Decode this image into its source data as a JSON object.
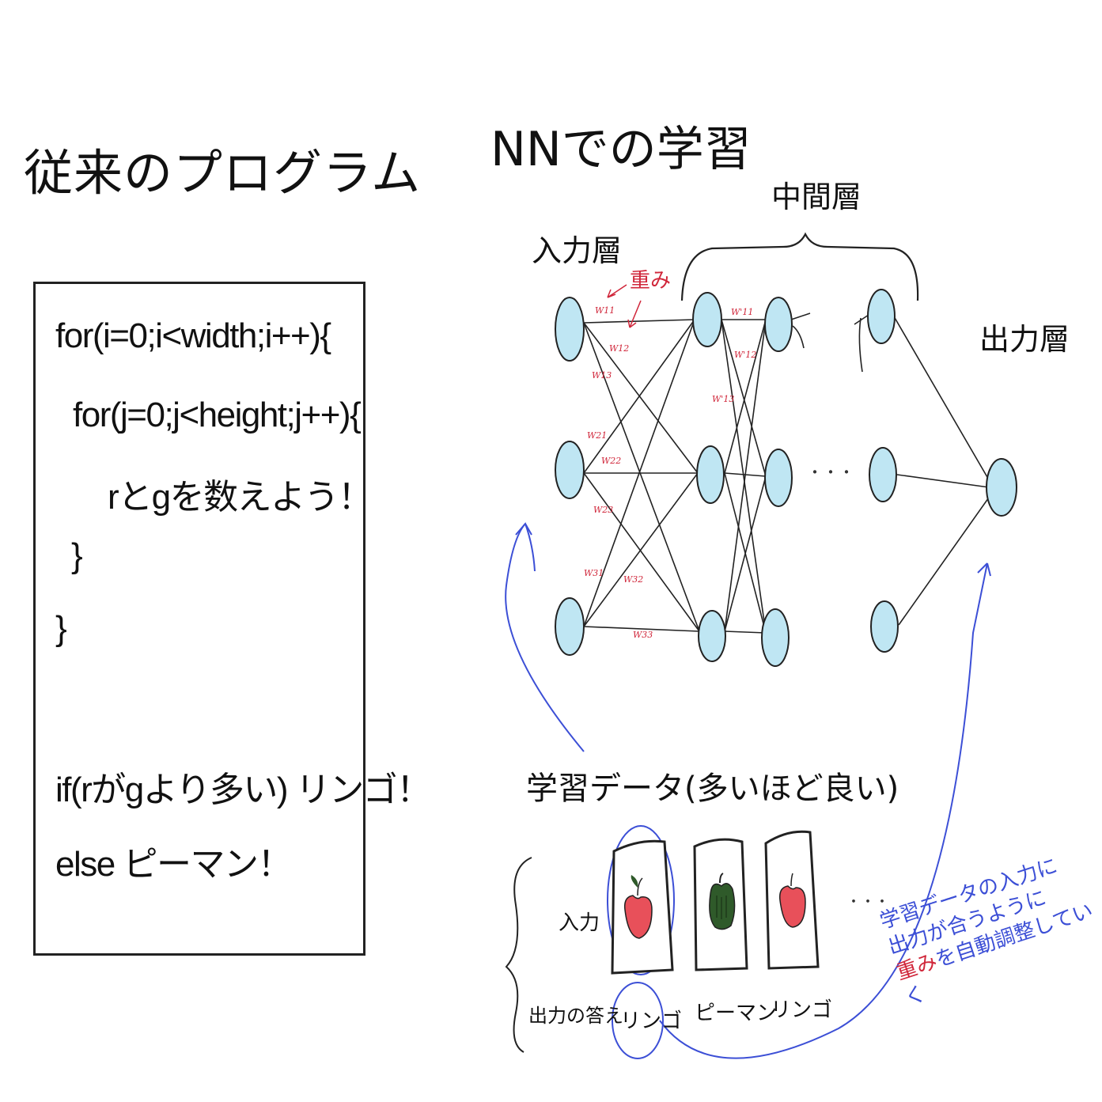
{
  "titles": {
    "left": "従来のプログラム",
    "right": "NNでの学習"
  },
  "code": {
    "line1": "for(i=0;i<width;i++){",
    "line2": "for(j=0;j<height;j++){",
    "line3": "rとgを数えよう！",
    "line4": "}",
    "line5": "}",
    "line6": "if(rがgより多い) リンゴ！",
    "line7": "else ピーマン！"
  },
  "network": {
    "input_layer": "入力層",
    "hidden_layer": "中間層",
    "output_layer": "出力層",
    "weight_label": "重み",
    "ellipsis": "・・・",
    "weights": [
      "W11",
      "W12",
      "W13",
      "W21",
      "W22",
      "W23",
      "W31",
      "W32",
      "W33",
      "W'11",
      "W'12",
      "W'13"
    ]
  },
  "training": {
    "title": "学習データ(多いほど良い)",
    "input_label": "入力",
    "answer_label": "出力の答え",
    "samples": [
      {
        "image": "apple-icon",
        "answer": "リンゴ"
      },
      {
        "image": "green-pepper-icon",
        "answer": "ピーマン"
      },
      {
        "image": "apple-icon",
        "answer": "リンゴ"
      }
    ],
    "ellipsis": "・・・"
  },
  "note": {
    "line1": "学習データの入力に",
    "line2": "出力が合うように",
    "line3_red": "重み",
    "line3_rest": "を自動調整していく"
  },
  "colors": {
    "node_fill": "#bfe6f3",
    "weight_red": "#d0263a",
    "annotation_blue": "#3c4fd6",
    "apple_red": "#e8505a",
    "pepper_green": "#2f5a2a"
  }
}
